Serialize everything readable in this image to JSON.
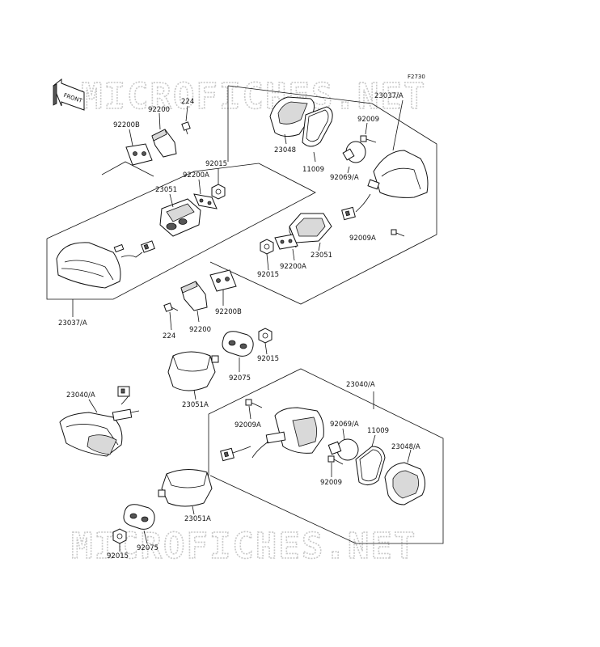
{
  "figure_code": "F2730",
  "front_badge": "FRONT",
  "watermark": "MICROFICHES.NET",
  "labels": {
    "l_224_top": "224",
    "l_92200_top": "92200",
    "l_92200B_top": "92200B",
    "l_92015_top": "92015",
    "l_92200A_top": "92200A",
    "l_23051_top": "23051",
    "l_23037A_left": "23037/A",
    "l_23048_top": "23048",
    "l_11009_top": "11009",
    "l_92009_top": "92009",
    "l_23037A_right": "23037/A",
    "l_92069A_top": "92069/A",
    "l_92009A_top": "92009A",
    "l_23051_mid": "23051",
    "l_92200A_mid": "92200A",
    "l_92015_mid": "92015",
    "l_92200B_mid": "92200B",
    "l_224_mid": "224",
    "l_92200_mid": "92200",
    "l_92015_low": "92015",
    "l_92075_mid": "92075",
    "l_23051A_mid": "23051A",
    "l_23040A_left": "23040/A",
    "l_23040A_right": "23040/A",
    "l_92009A_low": "92009A",
    "l_92069A_low": "92069/A",
    "l_11009_low": "11009",
    "l_23048A_low": "23048/A",
    "l_92009_low": "92009",
    "l_23051A_low": "23051A",
    "l_92015_bottom": "92015",
    "l_92075_bottom": "92075"
  }
}
